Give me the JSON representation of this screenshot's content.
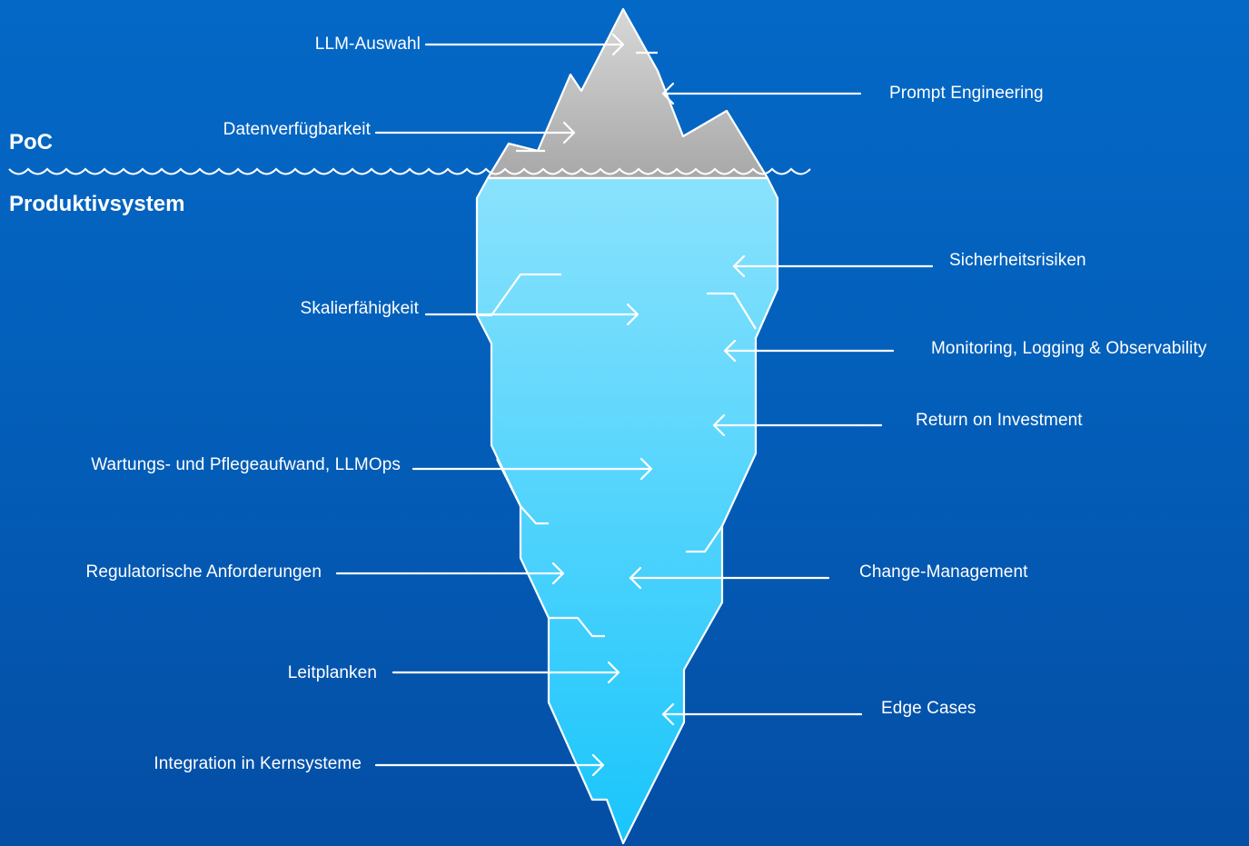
{
  "zones": {
    "above": "PoC",
    "below": "Produktivsystem"
  },
  "above_water": {
    "left": [
      "LLM-Auswahl",
      "Datenverfügbarkeit"
    ],
    "right": [
      "Prompt Engineering"
    ]
  },
  "below_water": {
    "left": [
      "Skalierfähigkeit",
      "Wartungs- und Pflegeaufwand, LLMOps",
      "Regulatorische Anforderungen",
      "Leitplanken",
      "Integration in Kernsysteme"
    ],
    "right": [
      "Sicherheitsrisiken",
      "Monitoring, Logging & Observability",
      "Return on Investment",
      "Change-Management",
      "Edge Cases"
    ]
  },
  "colors": {
    "background_top": "#0468c6",
    "background_bottom": "#044ea5",
    "tip_top": "#d6d6d6",
    "tip_bottom": "#a9a9a9",
    "body_top": "#8ae2fd",
    "body_bottom": "#1cc6fb",
    "lines": "#ffffff"
  }
}
